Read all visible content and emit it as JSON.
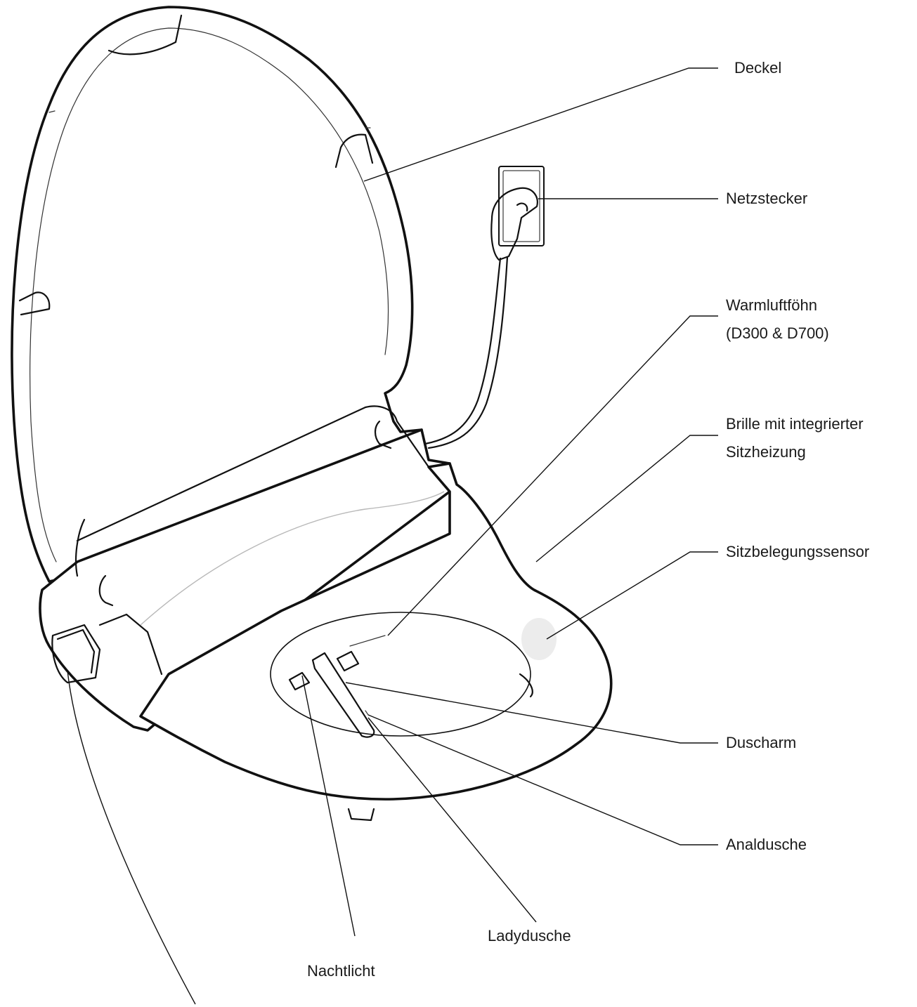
{
  "labels": {
    "deckel": "Deckel",
    "netzstecker": "Netzstecker",
    "warmluft_line1": "Warmluftföhn",
    "warmluft_line2": "(D300 & D700)",
    "brille_line1": "Brille mit integrierter",
    "brille_line2": "Sitzheizung",
    "sitzbelegung": "Sitzbelegungssensor",
    "duscharm": "Duscharm",
    "analdusche": "Analdusche",
    "ladydusche": "Ladydusche",
    "nachtlicht": "Nachtlicht"
  },
  "colors": {
    "line": "#111111",
    "sensor_fill": "#ececec",
    "background": "#ffffff"
  }
}
